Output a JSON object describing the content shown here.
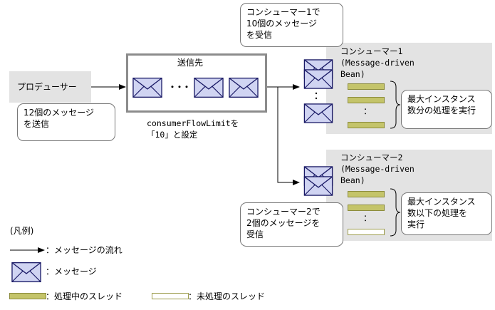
{
  "producer": {
    "label": "プロデューサー",
    "note": "12個のメッセージ\nを送信"
  },
  "destination": {
    "title": "送信先",
    "ellipsis": "・・・",
    "setting_note": "consumerFlowLimitを\n「10」と設定"
  },
  "consumer1": {
    "title": "コンシューマー1\n(Message-driven\nBean)",
    "receive_note": "コンシューマー1で\n10個のメッセージ\nを受信",
    "thread_note": "最大インスタンス\n数分の処理を実行",
    "vdots": "：",
    "threads": [
      {
        "state": "processing"
      },
      {
        "state": "processing"
      },
      {
        "state": "processing"
      }
    ]
  },
  "consumer2": {
    "title": "コンシューマー2\n(Message-driven\nBean)",
    "receive_note": "コンシューマー2で\n2個のメッセージを\n受信",
    "thread_note": "最大インスタンス\n数以下の処理を\n実行",
    "vdots": "：",
    "threads": [
      {
        "state": "processing"
      },
      {
        "state": "processing"
      },
      {
        "state": "idle"
      }
    ]
  },
  "legend": {
    "title": "(凡例)",
    "arrow_label": "：メッセージの流れ",
    "message_label": "：メッセージ",
    "processing_label": "：処理中のスレッド",
    "idle_label": "：未処理のスレッド"
  },
  "colors": {
    "envelope_fill": "#d0d4f2",
    "envelope_stroke": "#1a1a66",
    "thread_processing": "#c4c46a",
    "thread_idle": "#ffffff",
    "box_gray": "#e3e3e3",
    "destination_border": "#8c8c8c"
  }
}
